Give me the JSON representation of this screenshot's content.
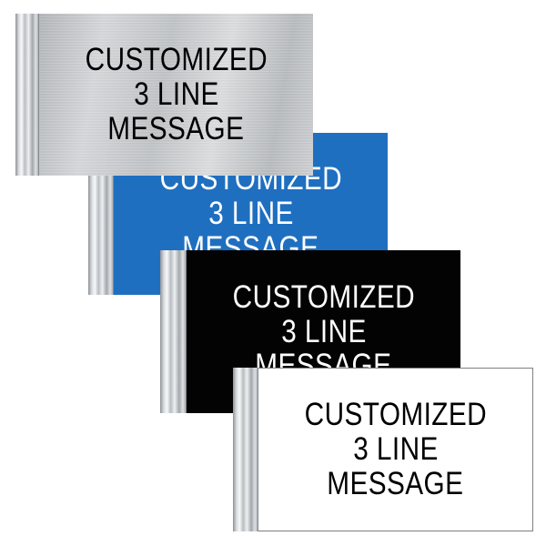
{
  "signs": [
    {
      "finish": "brushed silver",
      "plate_color": "#c8cacd",
      "text_color": "#000000",
      "lines": [
        "CUSTOMIZED",
        "3 LINE",
        "MESSAGE"
      ]
    },
    {
      "finish": "blue",
      "plate_color": "#1f6fc0",
      "text_color": "#ffffff",
      "lines": [
        "CUSTOMIZED",
        "3 LINE",
        "MESSAGE"
      ]
    },
    {
      "finish": "black",
      "plate_color": "#030303",
      "text_color": "#ffffff",
      "lines": [
        "CUSTOMIZED",
        "3 LINE",
        "MESSAGE"
      ]
    },
    {
      "finish": "white",
      "plate_color": "#ffffff",
      "text_color": "#000000",
      "lines": [
        "CUSTOMIZED",
        "3 LINE",
        "MESSAGE"
      ]
    }
  ]
}
